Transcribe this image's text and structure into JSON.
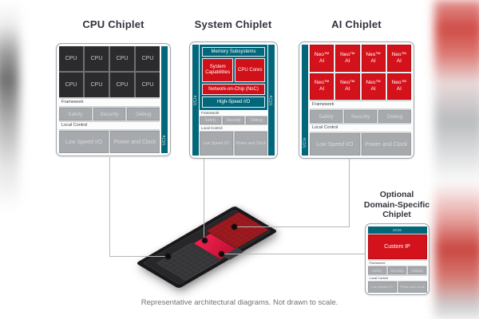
{
  "footer_note": "Representative architectural diagrams. Not drawn to scale.",
  "shared": {
    "ucie_label": "UCIe",
    "framework_label": "Framework",
    "local_control_label": "Local Control",
    "framework_buttons": [
      "Safety",
      "Security",
      "Debug"
    ],
    "low_speed_io_label": "Low Speed I/O",
    "power_clock_label": "Power and Clock"
  },
  "cpu_chiplet": {
    "title": "CPU Chiplet",
    "core_label": "CPU",
    "core_count": 8
  },
  "system_chiplet": {
    "title": "System Chiplet",
    "blocks": {
      "memory": "Memory Subsystems",
      "system_capabilities": "System Capabilities",
      "cpu_cores": "CPU Cores",
      "noc": "Network-on-Chip (NoC)",
      "high_speed_io": "High-Speed I/O"
    }
  },
  "ai_chiplet": {
    "title": "AI Chiplet",
    "core_label_line1": "Neo™",
    "core_label_line2": "AI",
    "core_count": 8
  },
  "optional_chiplet": {
    "title_lines": [
      "Optional",
      "Domain-Specific",
      "Chiplet"
    ],
    "custom_ip_label": "Custom IP"
  },
  "colors": {
    "teal": "#03677b",
    "red": "#d4121b",
    "dark_cell": "#2b2b2d",
    "title_text": "#32333c",
    "line": "#b4b6b8"
  }
}
